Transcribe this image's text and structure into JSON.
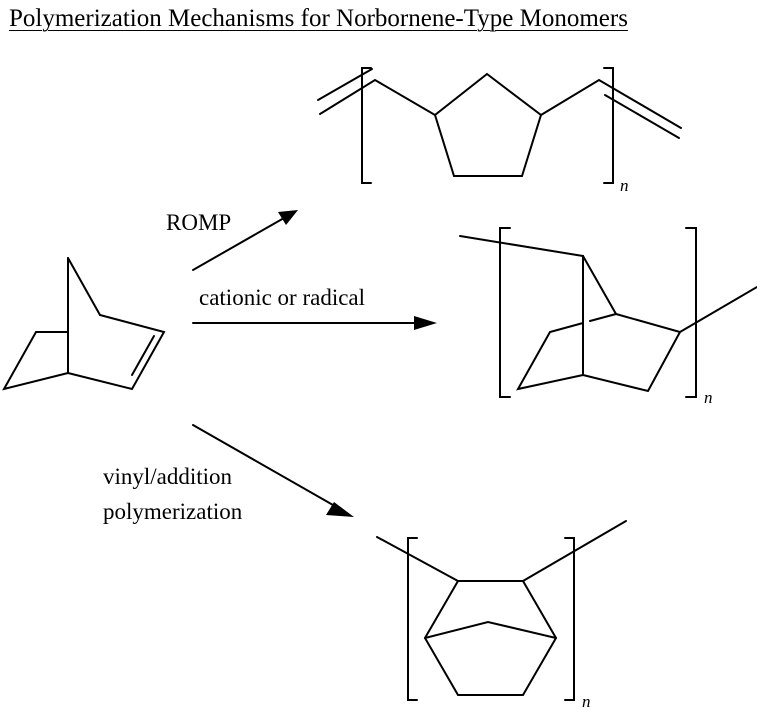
{
  "title": "Polymerization Mechanisms for Norbornene-Type Monomers",
  "reactions": [
    {
      "id": "romp",
      "label": "ROMP"
    },
    {
      "id": "cationic",
      "label": "cationic or radical"
    },
    {
      "id": "vinyl",
      "label_line1": "vinyl/addition",
      "label_line2": "polymerization"
    }
  ],
  "repeat_subscript": "n",
  "colors": {
    "ink": "#000000",
    "background": "#ffffff"
  }
}
